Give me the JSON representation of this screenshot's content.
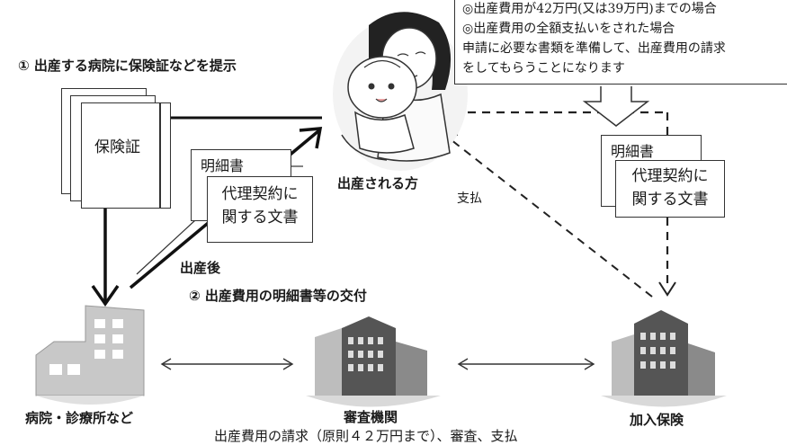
{
  "step1": "① 出産する病院に保険証などを提示",
  "step2": "② 出産費用の明細書等の交付",
  "after_birth": "出産後",
  "pay": "支払",
  "mother_label": "出産される方",
  "hospital_label": "病院・診療所など",
  "review_label": "審査機関",
  "insurer_label": "加入保険",
  "bottom_caption": "出産費用の請求（原則４２万円まで）、審査、支払",
  "insurance_card": "保険証",
  "doc_left": {
    "tab": "明細書",
    "body_line1": "代理契約に",
    "body_line2": "関する文書"
  },
  "doc_right": {
    "tab": "明細書",
    "body_line1": "代理契約に",
    "body_line2": "関する文書"
  },
  "callout": {
    "line1": "◎出産費用が42万円(又は39万円)までの場合",
    "line2": "◎出産費用の全額支払いをされた場合",
    "line3": "申請に必要な書類を準備して、出産費用の請求",
    "line4": "をしてもらうことになります"
  }
}
